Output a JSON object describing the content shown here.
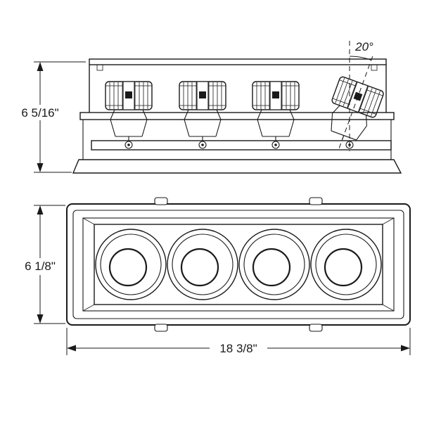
{
  "diagram": {
    "type": "technical-dimension-drawing",
    "subject": "4-light multiple recessed downlight fixture",
    "line_color": "#1a1a1a",
    "background_color": "#ffffff",
    "side_view": {
      "name": "side elevation view",
      "lamp_module_count": 4,
      "height_label": "6 5/16\"",
      "tilt_angle_label": "20°"
    },
    "front_view": {
      "name": "face trim view",
      "aperture_count": 4,
      "height_label": "6 1/8\"",
      "width_label": "18 3/8\""
    }
  }
}
